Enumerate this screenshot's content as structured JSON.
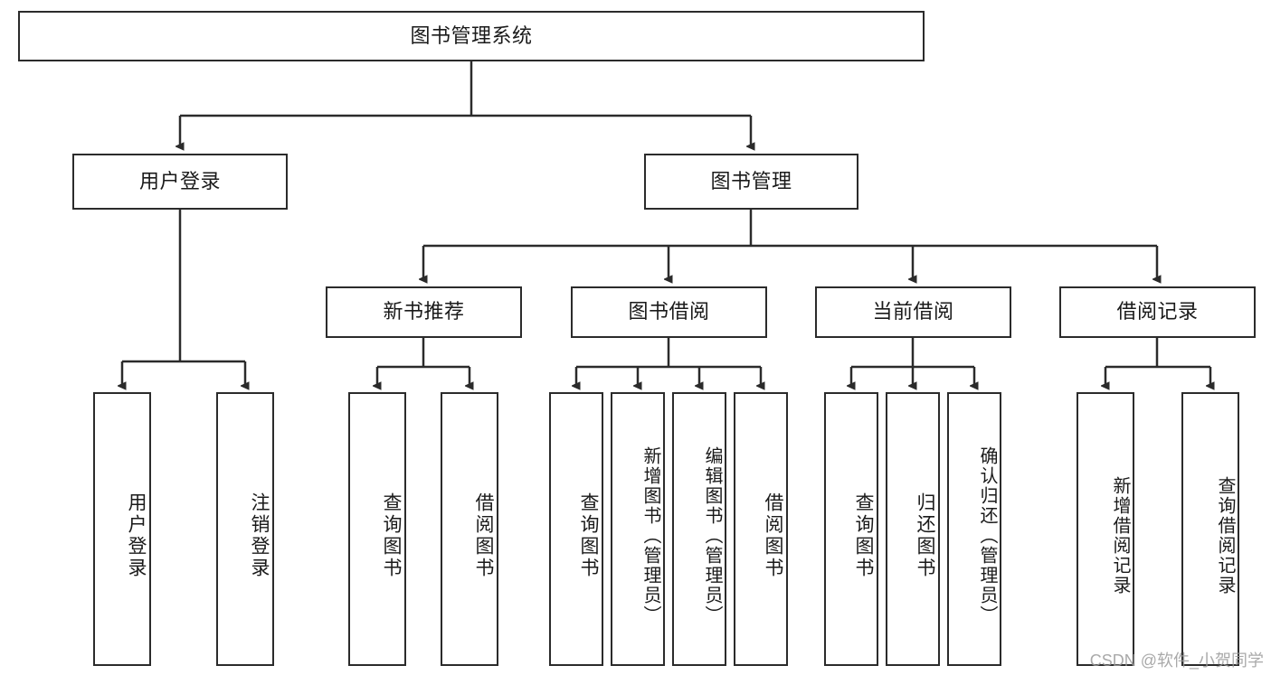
{
  "diagram": {
    "type": "tree",
    "title": "图书管理系统",
    "orientation": "top-down",
    "colors": {
      "box_border": "#2b2b2b",
      "box_fill": "#ffffff",
      "connector": "#2b2b2b",
      "text": "#1a1a1a",
      "watermark": "#9b9b9b"
    },
    "root": {
      "id": "root",
      "label": "图书管理系统"
    },
    "level2": [
      {
        "id": "user-login",
        "label": "用户登录"
      },
      {
        "id": "book-management",
        "label": "图书管理"
      }
    ],
    "level3": [
      {
        "id": "new-book-recommend",
        "label": "新书推荐",
        "parent": "book-management"
      },
      {
        "id": "book-borrow",
        "label": "图书借阅",
        "parent": "book-management"
      },
      {
        "id": "current-borrow",
        "label": "当前借阅",
        "parent": "book-management"
      },
      {
        "id": "borrow-record",
        "label": "借阅记录",
        "parent": "book-management"
      }
    ],
    "leaves": {
      "user_login": [
        {
          "id": "leaf-user-login",
          "label": "用户登录"
        },
        {
          "id": "leaf-user-logout",
          "label": "注销登录"
        }
      ],
      "new_book_recommend": [
        {
          "id": "leaf-query-book-1",
          "label": "查询图书"
        },
        {
          "id": "leaf-borrow-book-1",
          "label": "借阅图书"
        }
      ],
      "book_borrow": [
        {
          "id": "leaf-query-book-2",
          "label": "查询图书"
        },
        {
          "id": "leaf-add-book",
          "label": "新增图书（管理员）"
        },
        {
          "id": "leaf-edit-book",
          "label": "编辑图书（管理员）"
        },
        {
          "id": "leaf-borrow-book-2",
          "label": "借阅图书"
        }
      ],
      "current_borrow": [
        {
          "id": "leaf-query-book-3",
          "label": "查询图书"
        },
        {
          "id": "leaf-return-book",
          "label": "归还图书"
        },
        {
          "id": "leaf-confirm-return",
          "label": "确认归还（管理员）"
        }
      ],
      "borrow_record": [
        {
          "id": "leaf-add-record",
          "label": "新增借阅记录"
        },
        {
          "id": "leaf-query-record",
          "label": "查询借阅记录"
        }
      ]
    }
  },
  "watermark": {
    "text": "CSDN @软件_小贺同学"
  }
}
